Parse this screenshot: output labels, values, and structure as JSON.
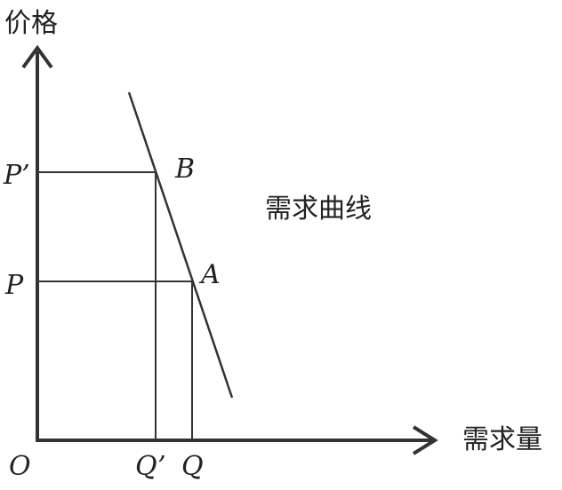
{
  "labels": {
    "y_axis": "价格",
    "x_axis": "需求量",
    "curve": "需求曲线",
    "origin": "O",
    "price_high": "P’",
    "price_low": "P",
    "quantity_low": "Q’",
    "quantity_high": "Q",
    "point_b": "B",
    "point_a": "A"
  },
  "colors": {
    "line": "#333333",
    "text": "#222222",
    "background": "#ffffff"
  }
}
